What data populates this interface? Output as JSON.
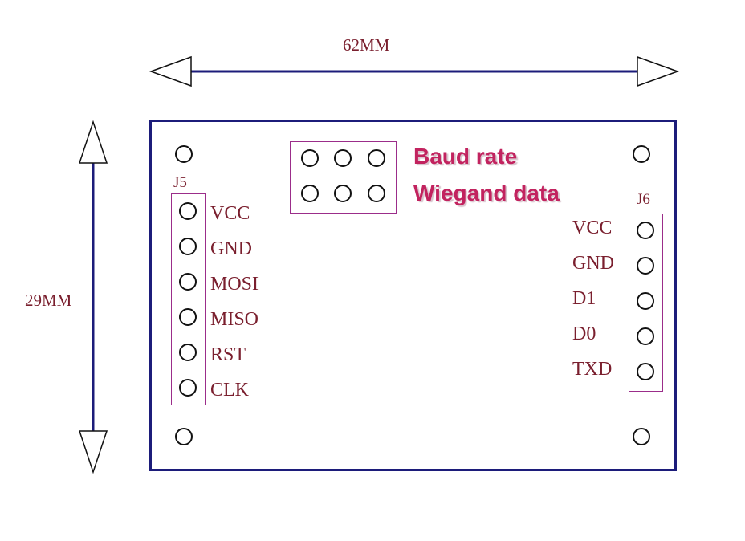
{
  "dimensions": {
    "width_label": "62MM",
    "height_label": "29MM"
  },
  "connectors": {
    "j5": {
      "label": "J5",
      "pins": [
        "VCC",
        "GND",
        "MOSI",
        "MISO",
        "RST",
        "CLK"
      ]
    },
    "j6": {
      "label": "J6",
      "pins": [
        "VCC",
        "GND",
        "D1",
        "D0",
        "TXD"
      ]
    }
  },
  "jumper_notes": {
    "row1": "Baud rate",
    "row2": "Wiegand data"
  },
  "colors": {
    "board_outline": "#1c1c7a",
    "connector_outline": "#9b2d8a",
    "label_text": "#7a1f2e",
    "note_text": "#c2235f",
    "arrow_line": "#1c1c7a"
  }
}
